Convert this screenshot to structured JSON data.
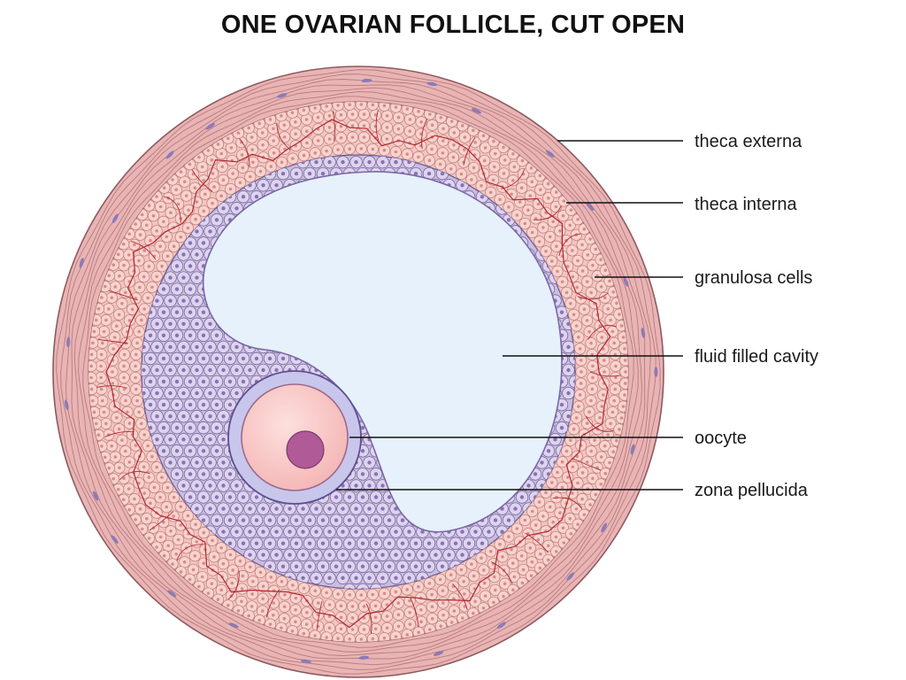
{
  "title": "ONE OVARIAN FOLLICLE, CUT OPEN",
  "labels": [
    {
      "id": "theca-externa",
      "text": "theca externa"
    },
    {
      "id": "theca-interna",
      "text": "theca interna"
    },
    {
      "id": "granulosa-cells",
      "text": "granulosa cells"
    },
    {
      "id": "fluid-filled-cavity",
      "text": "fluid filled cavity"
    },
    {
      "id": "oocyte",
      "text": "oocyte"
    },
    {
      "id": "zona-pellucida",
      "text": "zona pellucida"
    }
  ],
  "colors": {
    "theca_externa": "#e8b4b4",
    "theca_externa_fiber": "#b97a7e",
    "theca_interna": "#f6c4bd",
    "theca_interna_cell": "#f9d3cc",
    "blood_vessel": "#b3262f",
    "granulosa": "#c9bde0",
    "granulosa_cell": "#ddd4ef",
    "granulosa_nucleus": "#8a72b2",
    "cavity": "#e6f1fb",
    "zona": "#c9c6ec",
    "oocyte": "#f8c6c4",
    "oocyte_nucleus": "#b05a98",
    "leader_line": "#111111"
  }
}
